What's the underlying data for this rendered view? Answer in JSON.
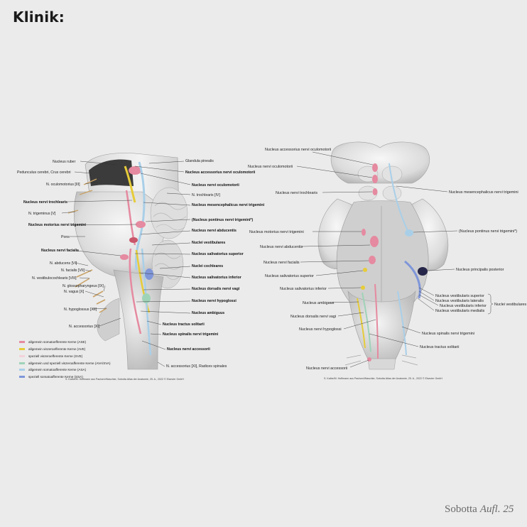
{
  "title": "Klinik:",
  "left_figure": {
    "labels_left": [
      "Nucleus ruber",
      "Pedunculus cerebri, Crus cerebri",
      "N. oculomotorius [III]",
      "Nucleus nervi trochlearis",
      "N. trigeminus [V]",
      "Nucleus motorius nervi trigemini",
      "Pons",
      "Nucleus nervi facialis",
      "N. abducens [VI]",
      "N. facialis [VII]",
      "N. vestibulocochlearis [VIII]",
      "N. glossopharyngeus [IX]",
      "N. vagus [X]",
      "N. hypoglossus [XII]",
      "N. accessorius [XI]"
    ],
    "labels_right": [
      "Glandula pinealis",
      "Nucleus accessorius nervi oculomotorii",
      "Nucleus nervi oculomotorii",
      "N. trochlearis [IV]",
      "Nucleus mesencephalicus nervi trigemini",
      "(Nucleus pontinus nervi trigemini*)",
      "Nucleus nervi abducentis",
      "Nuclei vestibulares",
      "Nucleus salivatorius superior",
      "Nuclei cochleares",
      "Nucleus salivatorius inferior",
      "Nucleus dorsalis nervi vagi",
      "Nucleus nervi hypoglossi",
      "Nucleus ambiguus",
      "Nucleus tractus solitarii",
      "Nucleus spinalis nervi trigemini",
      "Nucleus nervi accessorii",
      "N. accessorius [XI], Radices spinales"
    ],
    "credit": "S. Kalbe/M. Hoffmann aus Paulsen/Waschke, Sobotta Atlas der Anatomie, 25. A., 2022 © Elsevier GmbH"
  },
  "legend": [
    {
      "label": "allgemein somatoefferente Kerne (ASE)",
      "color": "#e58aa0"
    },
    {
      "label": "allgemein viszeroefferente Kerne (AVE)",
      "color": "#e6cc3a"
    },
    {
      "label": "speziell viszeroefferente Kerne (SVE)",
      "color": "#f2d3d9"
    },
    {
      "label": "allgemein und speziell viszeroafferente Kerne (AVA/SVA)",
      "color": "#9fd3b8"
    },
    {
      "label": "allgemein somatoafferente Kerne (ASA)",
      "color": "#a9cfe8"
    },
    {
      "label": "speziell somatoafferente Kerne (SSA)",
      "color": "#7f96d9"
    }
  ],
  "right_figure": {
    "labels_left": [
      "Nucleus accessorius nervi oculomotorii",
      "Nucleus nervi oculomotorii",
      "Nucleus nervi trochlearis",
      "Nucleus motorius nervi trigemini",
      "Nucleus nervi abducentis",
      "Nucleus nervi facialis",
      "Nucleus salivatorius superior",
      "Nucleus salivatorius inferior",
      "Nucleus ambiguus",
      "Nucleus dorsalis nervi vagi",
      "Nucleus nervi hypoglossi",
      "Nucleus nervi accessorii"
    ],
    "labels_right": [
      "Nucleus mesencephalicus nervi trigemini",
      "(Nucleus pontinus nervi trigemini*)",
      "Nucleus principalis posterior",
      "Nucleus vestibularis superior",
      "Nucleus vestibularis lateralis",
      "Nucleus vestibularis inferior",
      "Nucleus vestibularis medialis",
      "Nucleus spinalis nervi trigemini",
      "Nucleus tractus solitarii"
    ],
    "group_label": "Nuclei vestibulares",
    "credit": "S. Kalbe/M. Hoffmann aus Paulsen/Waschke, Sobotta Atlas der Anatomie, 25. A., 2022 © Elsevier GmbH"
  },
  "brand": {
    "name": "Sobotta",
    "edition": "Aufl. 25"
  }
}
